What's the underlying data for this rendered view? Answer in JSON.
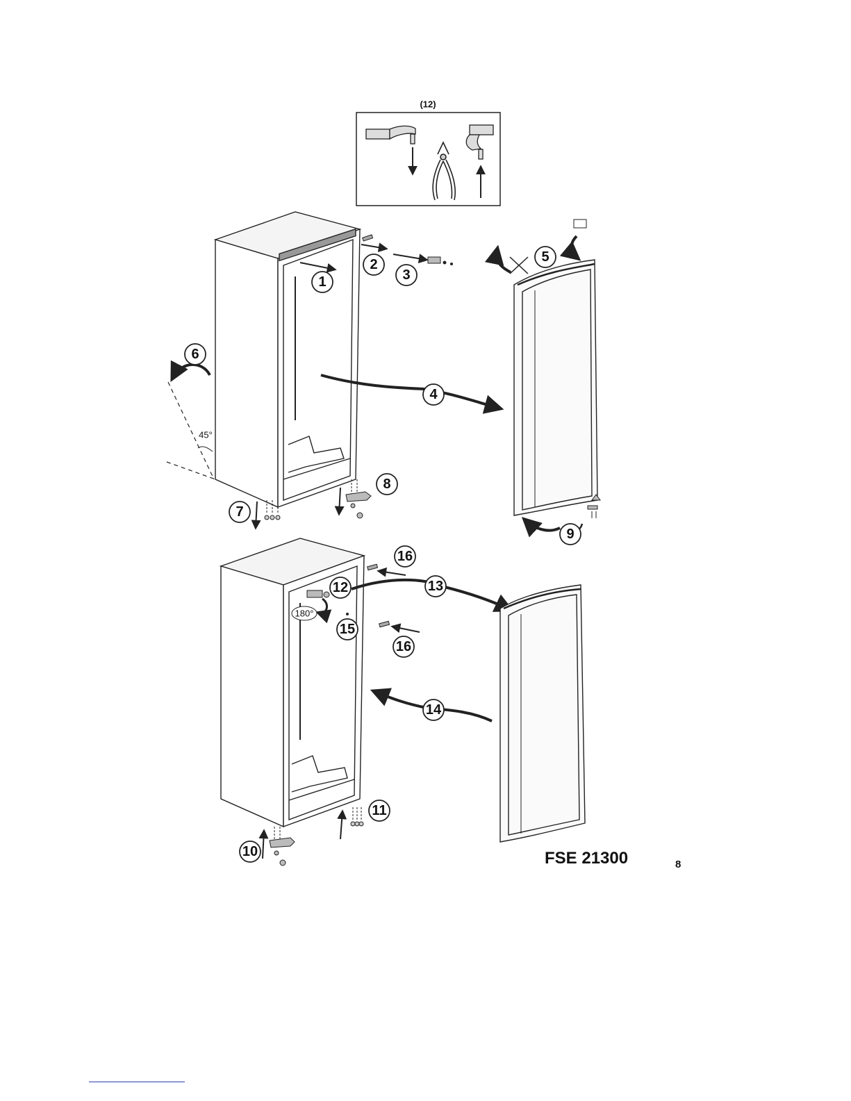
{
  "inset": {
    "label": "(12)"
  },
  "steps": {
    "s1": "1",
    "s2": "2",
    "s3": "3",
    "s4": "4",
    "s5": "5",
    "s6": "6",
    "s7": "7",
    "s8": "8",
    "s9": "9",
    "s10": "10",
    "s11": "11",
    "s12": "12",
    "s13": "13",
    "s14": "14",
    "s15": "15",
    "s16a": "16",
    "s16b": "16"
  },
  "angles": {
    "tilt": "45°",
    "rotate": "180°"
  },
  "footer": {
    "model": "FSE 21300",
    "page": "8"
  }
}
